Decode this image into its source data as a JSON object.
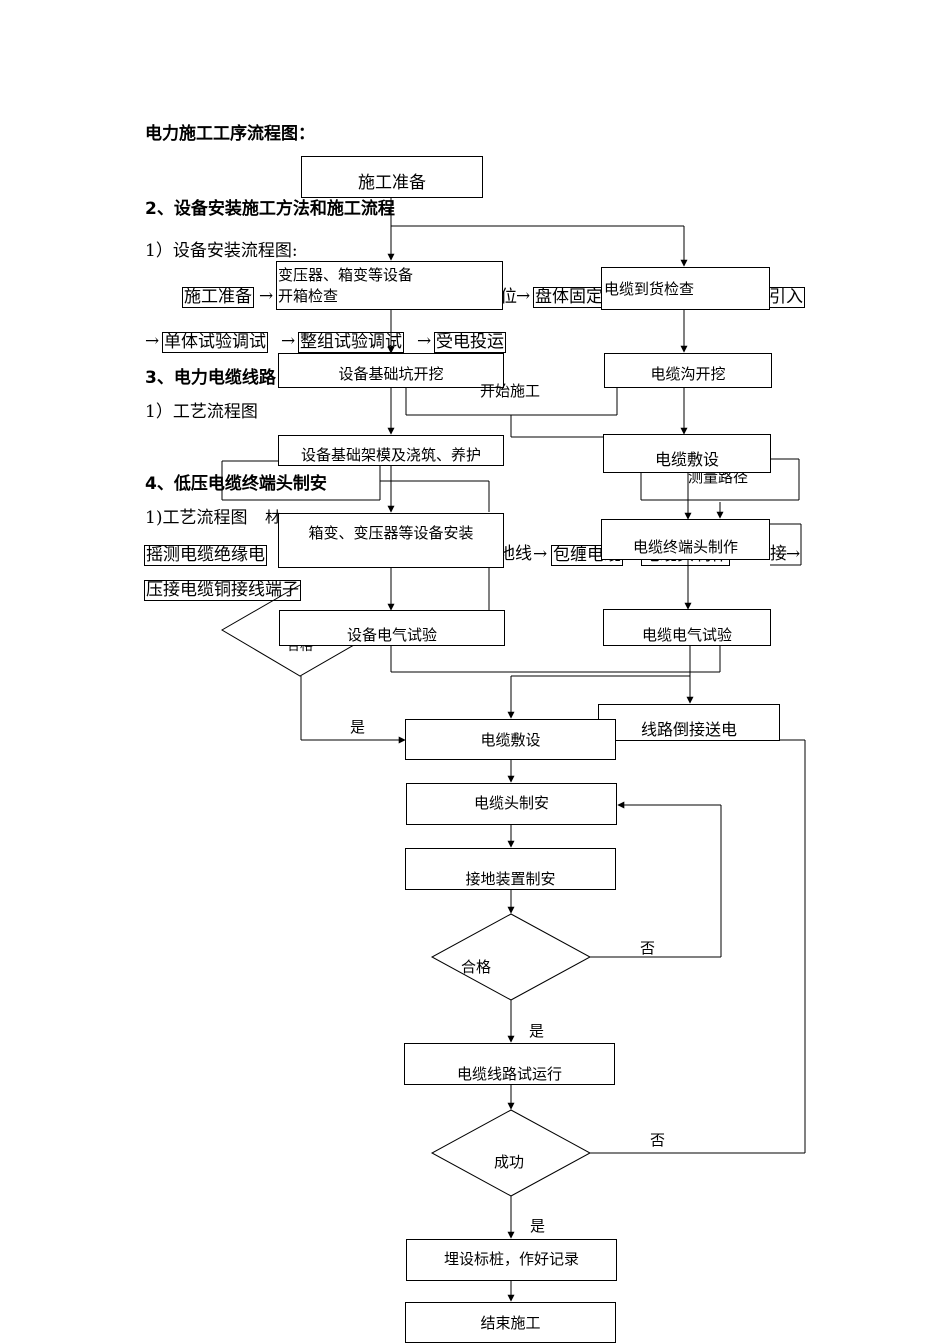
{
  "doc": {
    "title": "电力施工工序流程图：",
    "sec2_heading": "2、设备安装施工方法和施工流程",
    "sec2_sub": "1）设备安装流程图:",
    "sec3_heading": "3、电力电缆线路",
    "sec3_sub": "1）工艺流程图",
    "sec4_heading": "4、低压电缆终端头制安",
    "sec4_sub": "1)工艺流程图",
    "row1_a": "施工准备",
    "row1_b": "位",
    "row1_c": "盘体固定",
    "row1_d": "引入",
    "row2_a": "单体试验调试",
    "row2_b": "整组试验调试",
    "row2_c": "受电投运",
    "row3_a": "摇测电缆绝缘电",
    "row3_b": "地线",
    "row3_c": "包缠电缆",
    "row3_d": "电缆头制作",
    "row3_e": "接",
    "row4_a": "压接电缆铜接线端子"
  },
  "flow": {
    "prep": "施工准备",
    "left_check": "变压器、箱变等设备",
    "left_check2": "开箱检查",
    "right_check": "电缆到货检查",
    "left_dig": "设备基础坑开挖",
    "start": "开始施工",
    "right_trench": "电缆沟开挖",
    "left_base": "设备基础架模及浇筑、养护",
    "right_lay": "电缆敷设",
    "measure": "测量路径",
    "left_install": "箱变、变压器等设备安装",
    "right_term": "电缆终端头制作",
    "left_test": "设备电气试验",
    "right_test": "电缆电气试验",
    "backfeed": "线路倒接送电",
    "lay2": "电缆敷设",
    "head": "电缆头制安",
    "ground": "接地装置制安",
    "qualified": "合格",
    "trial": "电缆线路试运行",
    "success": "成功",
    "bury": "埋设标桩，作好记录",
    "end": "结束施工",
    "yes1": "是",
    "yes2": "是",
    "yes3": "是",
    "no1": "否",
    "no2": "否",
    "frag_he": "合格",
    "frag_bao": "材",
    "frag_jie": "接"
  }
}
